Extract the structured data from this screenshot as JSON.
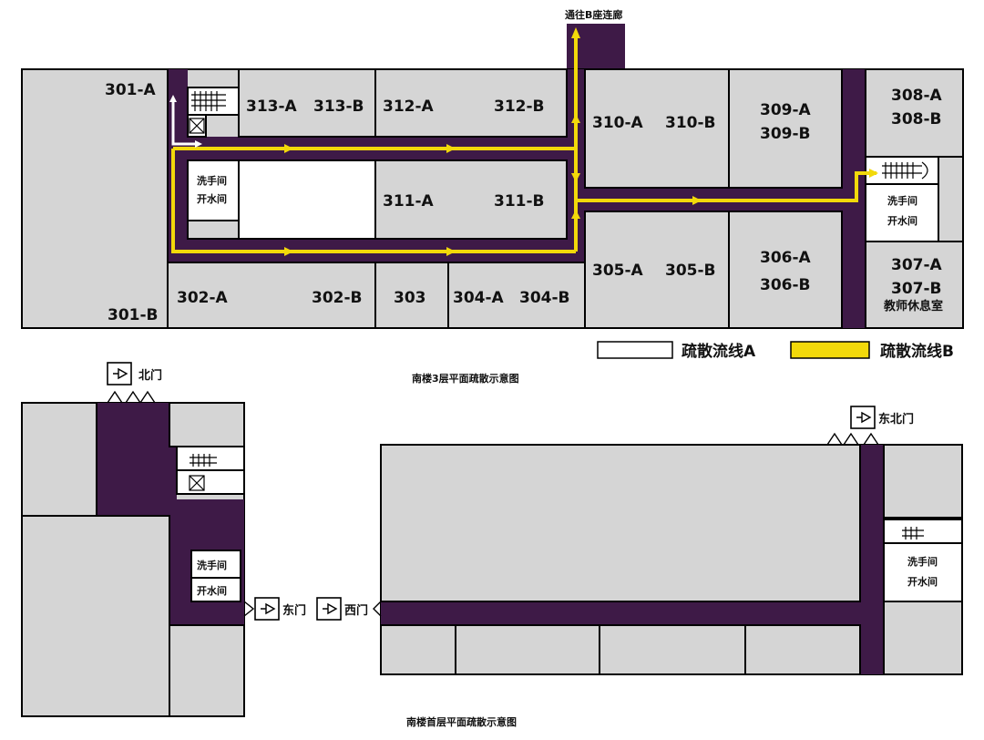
{
  "third_floor": {
    "title": "南楼3层平面疏散示意图",
    "top_link": "通往B座连廊",
    "rooms": {
      "r301a": "301-A",
      "r301b": "301-B",
      "r313a": "313-A",
      "r313b": "313-B",
      "r312a": "312-A",
      "r312b": "312-B",
      "r311a": "311-A",
      "r311b": "311-B",
      "r310a": "310-A",
      "r310b": "310-B",
      "r309a": "309-A",
      "r309b": "309-B",
      "r308a": "308-A",
      "r308b": "308-B",
      "r307a": "307-A",
      "r307b": "307-B",
      "r306a": "306-A",
      "r306b": "306-B",
      "r305a": "305-A",
      "r305b": "305-B",
      "r304a": "304-A",
      "r304b": "304-B",
      "r303": "303",
      "r302a": "302-A",
      "r302b": "302-B",
      "teacher_lounge": "教师休息室"
    },
    "wash_left": "洗手间",
    "water_left": "开水间",
    "wash_right": "洗手间",
    "water_right": "开水间"
  },
  "legend": {
    "route_a": "疏散流线A",
    "route_b": "疏散流线B",
    "route_a_color": "#ffffff",
    "route_b_color": "#f2d90a"
  },
  "ground_floor": {
    "title": "南楼首层平面疏散示意图",
    "north_gate": "北门",
    "east_gate": "东门",
    "west_gate": "西门",
    "northeast_gate": "东北门",
    "wash_left": "洗手间",
    "water_left": "开水间",
    "wash_right": "洗手间",
    "water_right": "开水间"
  },
  "colors": {
    "corridor": "#3e1a47",
    "room": "#d5d5d5",
    "route": "#f2d90a"
  }
}
